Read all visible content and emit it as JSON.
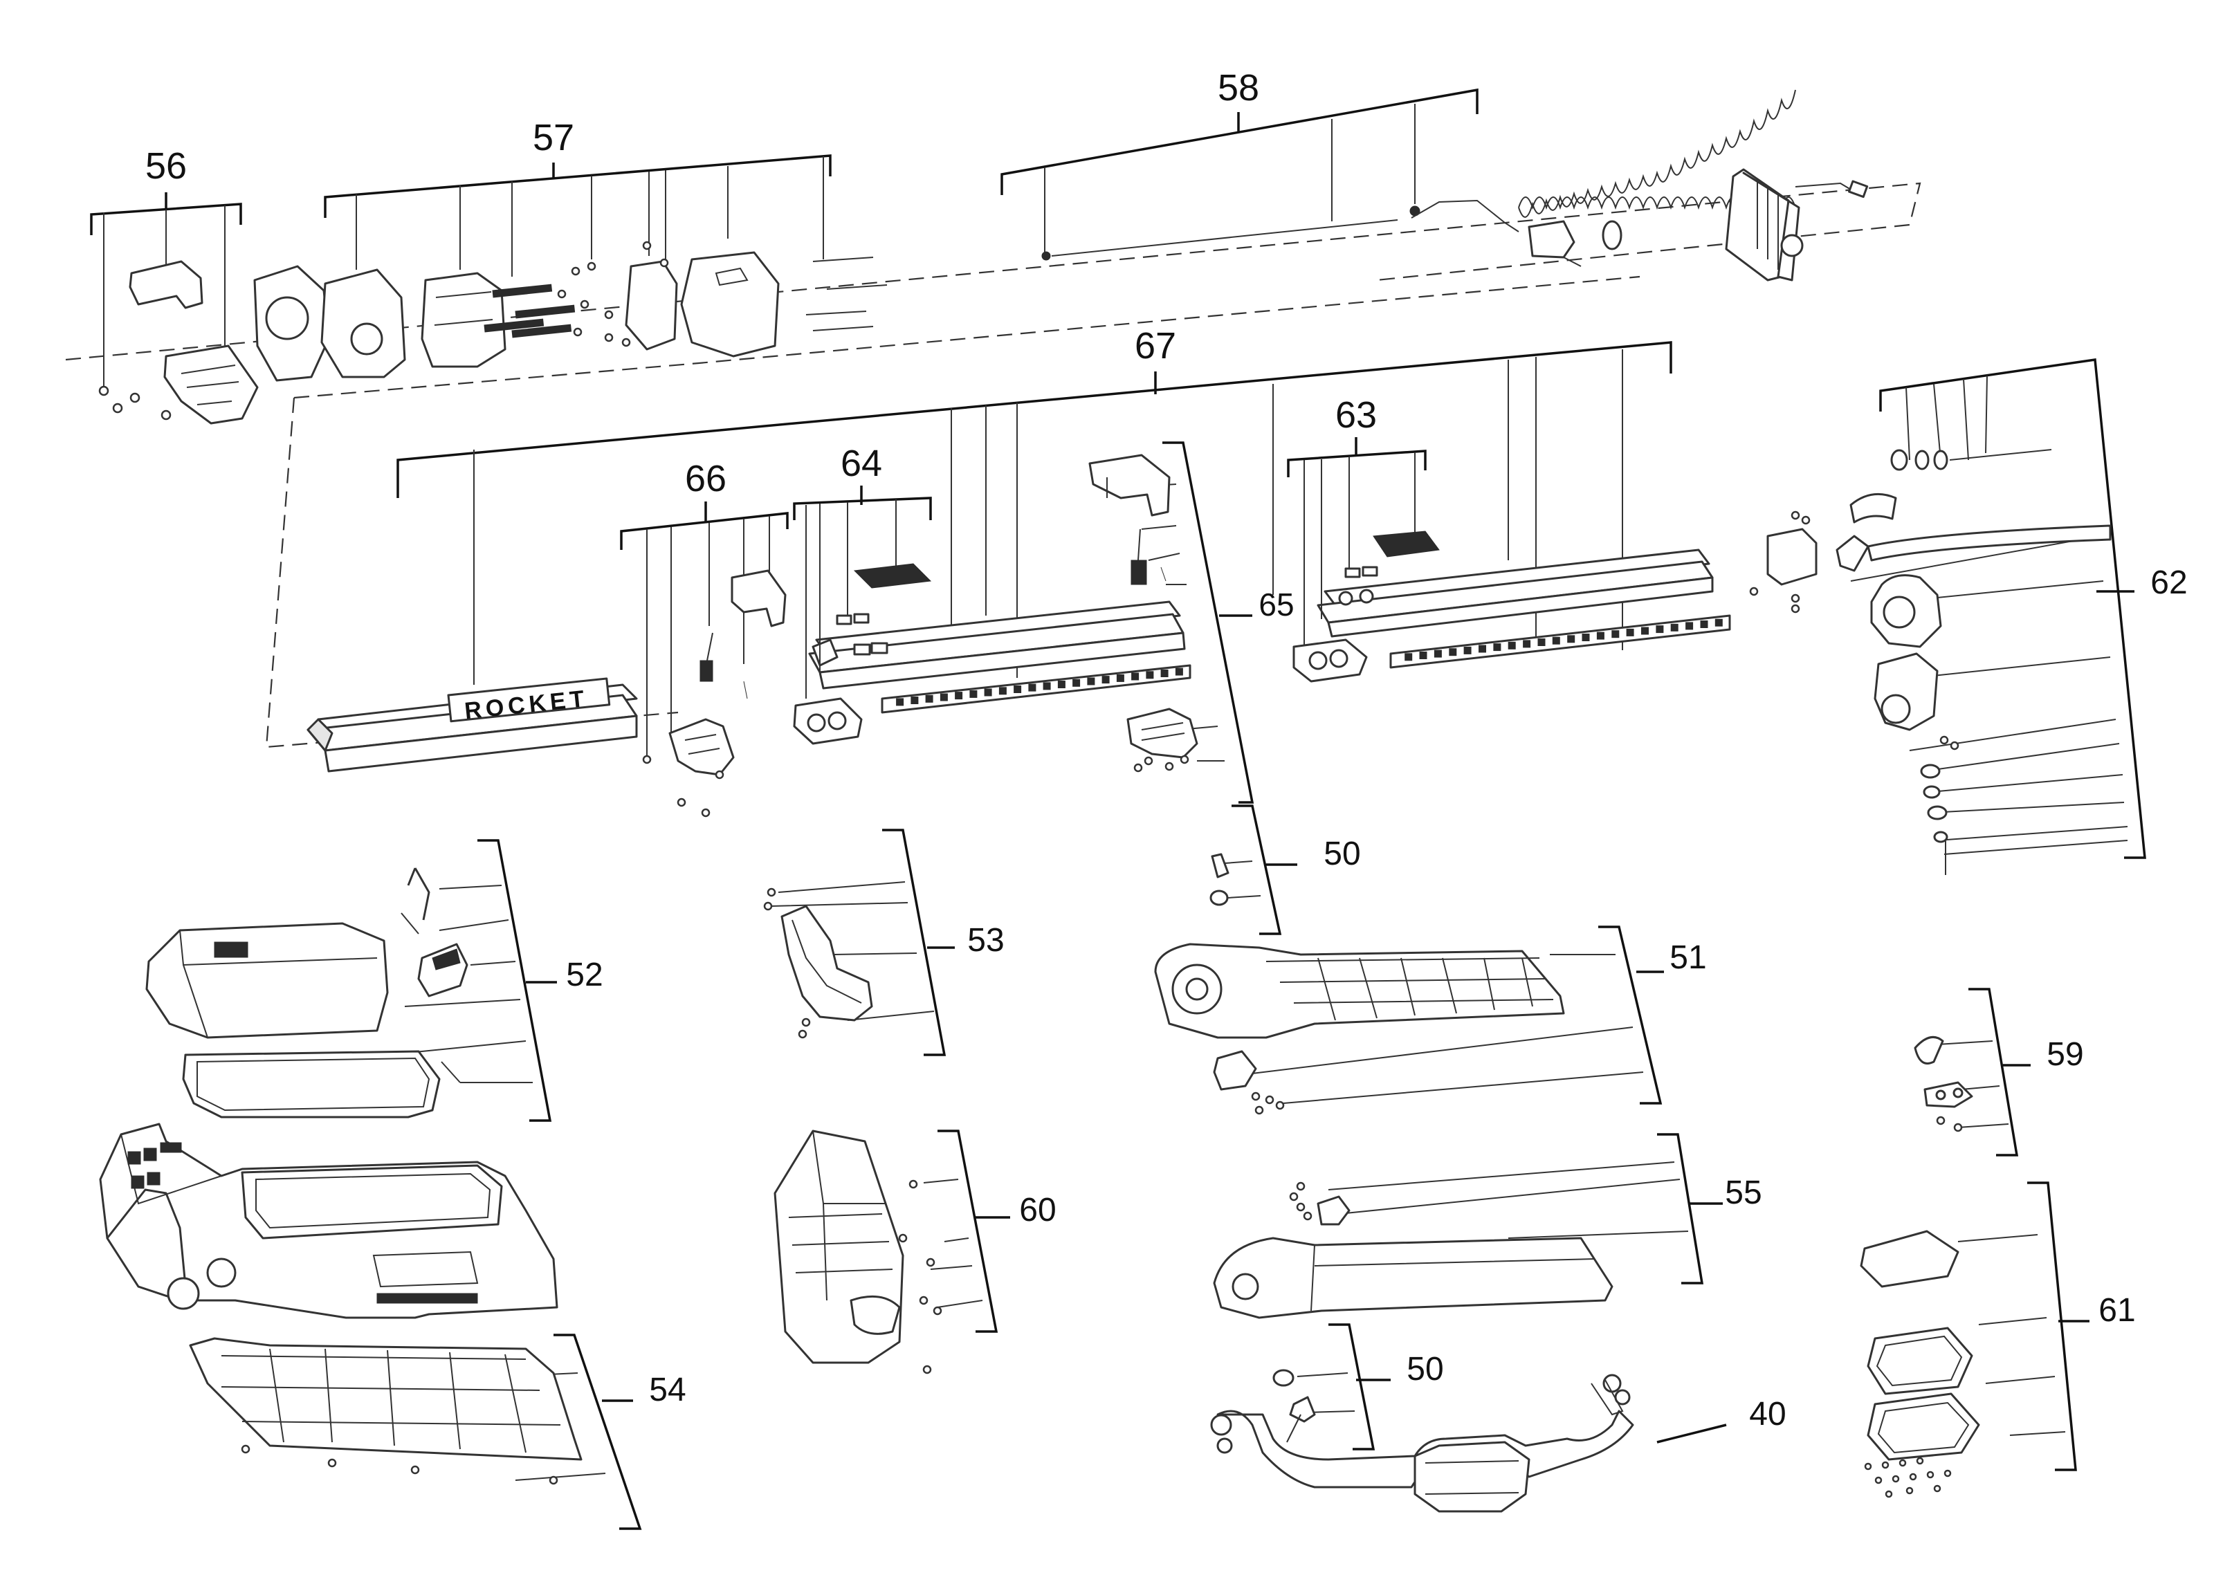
{
  "callouts": [
    {
      "id": "c56",
      "label": "56"
    },
    {
      "id": "c57",
      "label": "57"
    },
    {
      "id": "c58",
      "label": "58"
    },
    {
      "id": "c67",
      "label": "67"
    },
    {
      "id": "c66",
      "label": "66"
    },
    {
      "id": "c64",
      "label": "64"
    },
    {
      "id": "c63",
      "label": "63"
    },
    {
      "id": "c65",
      "label": "65"
    },
    {
      "id": "c62",
      "label": "62"
    },
    {
      "id": "c52",
      "label": "52"
    },
    {
      "id": "c53",
      "label": "53"
    },
    {
      "id": "c50a",
      "label": "50"
    },
    {
      "id": "c51",
      "label": "51"
    },
    {
      "id": "c59",
      "label": "59"
    },
    {
      "id": "c60",
      "label": "60"
    },
    {
      "id": "c55",
      "label": "55"
    },
    {
      "id": "c61",
      "label": "61"
    },
    {
      "id": "c54",
      "label": "54"
    },
    {
      "id": "c50b",
      "label": "50"
    },
    {
      "id": "c40",
      "label": "40"
    }
  ],
  "rail_brand_text": "ROCKET",
  "colors": {
    "line": "#111111",
    "part_stroke": "#333333",
    "part_fill": "#ffffff",
    "shade": "#e6e6e6",
    "dark": "#2b2b2b"
  }
}
